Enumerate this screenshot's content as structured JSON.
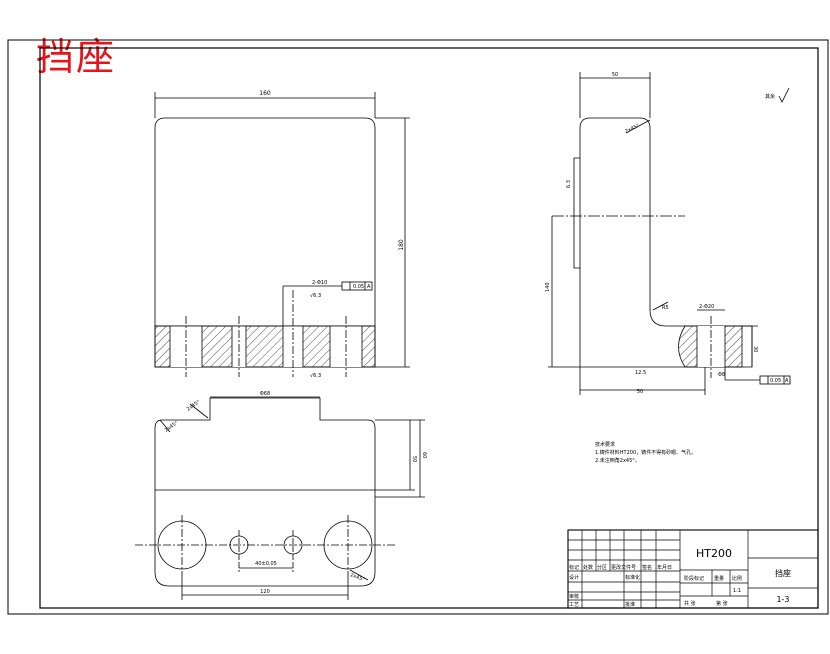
{
  "title_red": "挡座",
  "top_view": {
    "width_dim": "160",
    "height_dim": "180",
    "hole_note": "2-Φ10",
    "tol": "0.05",
    "datum": "A",
    "roughness_a": "√6.3",
    "roughness_b": "√6.3"
  },
  "side_view": {
    "top_dim": "50",
    "chamfer": "2x45°",
    "roughness": "6.3",
    "height_dim": "140",
    "radius": "R5",
    "thread": "2-Φ20",
    "right_dim": "30",
    "base_dim": "50",
    "bottom_roughness": "12.5",
    "datum_b": "Φ8",
    "tol_b": "0.05",
    "datum_b_letter": "A",
    "general_rough": "其余"
  },
  "bottom_view": {
    "top_dim": "Φ68",
    "chamfer_a": "2x45°",
    "chamfer_b": "2x45°",
    "hole_dim": "40±0.05",
    "width_dim": "120",
    "height_a": "50",
    "height_b": "60",
    "chamfer_c": "2x45°"
  },
  "notes": {
    "heading": "技术要求",
    "line1": "1.铸件材料HT200，铸件不得有砂眼、气孔。",
    "line2": "2.未注倒角2x45°。"
  },
  "title_block": {
    "material": "HT200",
    "part_name": "挡座",
    "drawing_no": "1-3",
    "h1": "标记",
    "h2": "处数",
    "h3": "分区",
    "h4": "更改文件号",
    "h5": "签名",
    "h6": "年月日",
    "r_design": "设计",
    "r_std": "标准化",
    "r_check": "审核",
    "r_process": "工艺",
    "r_approve": "批准",
    "stage": "阶段标记",
    "weight": "重量",
    "scale": "比例",
    "scale_val": "1:1",
    "sheets": "共  张",
    "sheet_no": "第  张"
  }
}
